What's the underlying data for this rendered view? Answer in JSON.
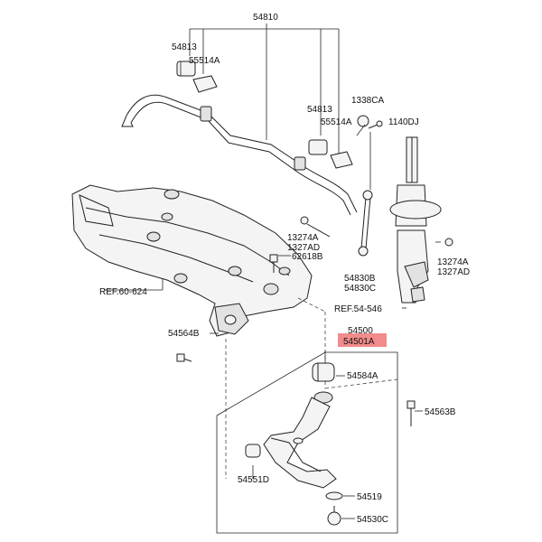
{
  "labels": {
    "p54810": "54810",
    "p54813_top": "54813",
    "p55514a_top": "55514A",
    "p54813_right": "54813",
    "p55514a_right": "55514A",
    "p1338ca": "1338CA",
    "p1140dj": "1140DJ",
    "p13274a_left": "13274A",
    "p1327ad_left": "1327AD",
    "p62618b": "62618B",
    "p13274a_right": "13274A",
    "p1327ad_right": "1327AD",
    "p54830b": "54830B",
    "p54830c": "54830C",
    "ref_60_624": "REF.60-624",
    "ref_54_546": "REF.54-546",
    "p54500": "54500",
    "p54501a": "54501A",
    "p54564b": "54564B",
    "p54584a": "54584A",
    "p54563b": "54563B",
    "p54551d": "54551D",
    "p54519": "54519",
    "p54530c": "54530C"
  },
  "colors": {
    "highlight": "#f28b8b",
    "line": "#222222"
  }
}
